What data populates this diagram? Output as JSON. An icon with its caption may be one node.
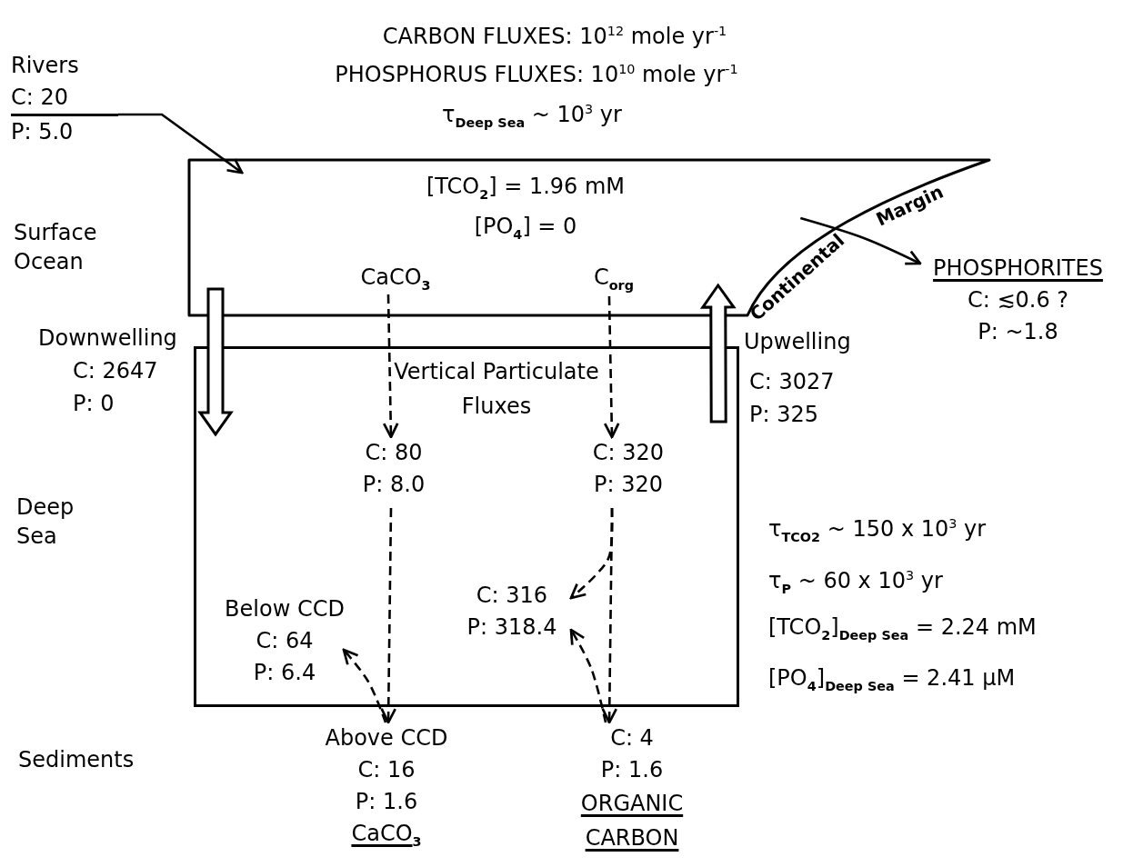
{
  "diagram": {
    "nodes": [
      {
        "text": [
          "Rivers",
          "C: 20",
          "P: 5.0"
        ]
      },
      {
        "text": [
          "[TCO$_{2}$] = 1.96 mM",
          "[PO$_{4}$] = 0"
        ]
      },
      {
        "text": [
          "CaCO$_{3}$"
        ],
        "in": 1
      },
      {
        "text": [
          "C$_{org}$"
        ],
        "in": 1
      },
      {
        "text": [
          "PHOSPHORITES",
          "C: ≲0.6 ?",
          "P: ~1.8"
        ]
      },
      {
        "text": [
          "Vertical Particulate Fluxes"
        ]
      },
      {
        "text": [
          "C: 80",
          "P: 8.0"
        ],
        "in": 5
      },
      {
        "text": [
          "C: 320",
          "P: 320"
        ],
        "in": 5
      },
      {
        "text": [
          "Below CCD",
          "C: 64",
          "P: 6.4"
        ],
        "in": 5
      },
      {
        "text": [
          "C: 316",
          "P: 318.4"
        ],
        "in": 5
      },
      {
        "text": [
          "Above CCD",
          "C: 16",
          "P: 1.6",
          "CaCO$_{3}$"
        ]
      },
      {
        "text": [
          "C: 4",
          "P: 1.6",
          "ORGANIC CARBON"
        ]
      }
    ],
    "edges": [
      {
        "from": 0,
        "to": 1,
        "arrow": "to"
      },
      {
        "from": 1,
        "to": 4,
        "arrow": "to"
      },
      {
        "from": 1,
        "to": 5,
        "arrow": "to",
        "style": "thick"
      },
      {
        "from": 5,
        "to": 1,
        "arrow": "to",
        "style": "thick"
      },
      {
        "from": 2,
        "to": 6,
        "arrow": "to",
        "style": "dashed"
      },
      {
        "from": 3,
        "to": 7,
        "arrow": "to",
        "style": "dashed"
      },
      {
        "from": 6,
        "to": 10,
        "arrow": "to",
        "style": "dashed"
      },
      {
        "from": 7,
        "to": 11,
        "arrow": "to",
        "style": "dashed"
      },
      {
        "from": 7,
        "to": 9,
        "arrow": "to",
        "style": "dashed"
      },
      {
        "from": 10,
        "to": 8,
        "arrow": "to",
        "style": "dashed"
      },
      {
        "from": 11,
        "to": 9,
        "arrow": "to",
        "style": "dashed"
      }
    ],
    "labels": [
      "CARBON FLUXES: 10$^{12}$ mole yr$^{-1}$",
      "PHOSPHORUS FLUXES: 10$^{10}$ mole yr$^{-1}$",
      "τ$_{Deep Sea}$ ~ 10$^{3}$ yr",
      "Surface Ocean",
      "Continental",
      "Margin",
      "Downwelling",
      "C: 2647",
      "P: 0",
      "Upwelling",
      "C: 3027",
      "P: 325",
      "Deep Sea",
      "τ$_{TCO2}$ ~ 150 x 10$^{3}$ yr",
      "τ$_{P}$ ~ 60 x 10$^{3}$ yr",
      "[TCO$_{2}$]$_{Deep Sea}$ = 2.24 mM",
      "[PO$_{4}$]$_{Deep Sea}$ = 2.41 µM",
      "Sediments"
    ]
  }
}
